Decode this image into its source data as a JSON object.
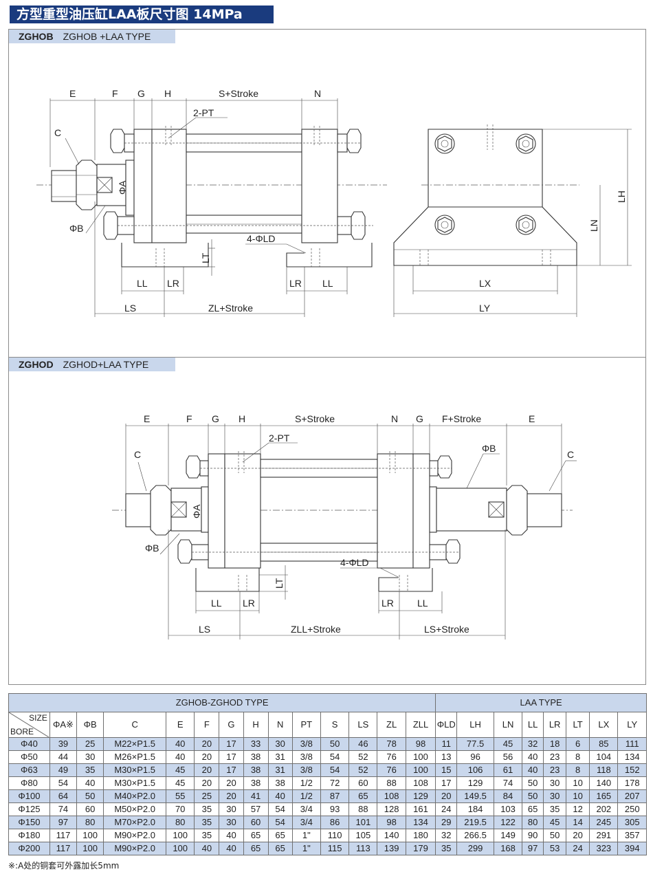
{
  "title": "方型重型油压缸LAA板尺寸图 14MPa",
  "panel1": {
    "code": "ZGHOB",
    "type_label": "ZGHOB +LAA TYPE",
    "dims": {
      "E": "E",
      "F": "F",
      "G": "G",
      "H": "H",
      "S": "S+Stroke",
      "N": "N",
      "C": "C",
      "PT": "2-PT",
      "PHIA": "ΦA",
      "PHIB": "ΦB",
      "LD": "4-ΦLD",
      "LT": "LT",
      "LL": "LL",
      "LR": "LR",
      "LS": "LS",
      "ZL": "ZL+Stroke",
      "LX": "LX",
      "LY": "LY",
      "LH": "LH",
      "LN": "LN"
    }
  },
  "panel2": {
    "code": "ZGHOD",
    "type_label": "ZGHOD+LAA TYPE",
    "dims": {
      "E": "E",
      "F": "F",
      "G": "G",
      "H": "H",
      "S": "S+Stroke",
      "N": "N",
      "G2": "G",
      "FS": "F+Stroke",
      "E2": "E",
      "PT": "2-PT",
      "C": "C",
      "C2": "C",
      "PHIA": "ΦA",
      "PHIB": "ΦB",
      "PHIB2": "ΦB",
      "LD": "4-ΦLD",
      "LT": "LT",
      "LL": "LL",
      "LR": "LR",
      "LR2": "LR",
      "LL2": "LL",
      "LS": "LS",
      "ZLL": "ZLL+Stroke",
      "LS2": "LS+Stroke"
    }
  },
  "table": {
    "group_left": "ZGHOB-ZGHOD TYPE",
    "group_right": "LAA TYPE",
    "corner_size": "SIZE",
    "corner_bore": "BORE",
    "columns": [
      "ΦA※",
      "ΦB",
      "C",
      "E",
      "F",
      "G",
      "H",
      "N",
      "PT",
      "S",
      "LS",
      "ZL",
      "ZLL",
      "ΦLD",
      "LH",
      "LN",
      "LL",
      "LR",
      "LT",
      "LX",
      "LY"
    ],
    "rows": [
      [
        "Φ40",
        "39",
        "25",
        "M22×P1.5",
        "40",
        "20",
        "17",
        "33",
        "30",
        "3/8",
        "50",
        "46",
        "78",
        "98",
        "11",
        "77.5",
        "45",
        "32",
        "18",
        "6",
        "85",
        "111"
      ],
      [
        "Φ50",
        "44",
        "30",
        "M26×P1.5",
        "40",
        "20",
        "17",
        "38",
        "31",
        "3/8",
        "54",
        "52",
        "76",
        "100",
        "13",
        "96",
        "56",
        "40",
        "23",
        "8",
        "104",
        "134"
      ],
      [
        "Φ63",
        "49",
        "35",
        "M30×P1.5",
        "45",
        "20",
        "17",
        "38",
        "31",
        "3/8",
        "54",
        "52",
        "76",
        "100",
        "15",
        "106",
        "61",
        "40",
        "23",
        "8",
        "118",
        "152"
      ],
      [
        "Φ80",
        "54",
        "40",
        "M30×P1.5",
        "45",
        "20",
        "20",
        "38",
        "38",
        "1/2",
        "72",
        "60",
        "88",
        "108",
        "17",
        "129",
        "74",
        "50",
        "30",
        "10",
        "140",
        "178"
      ],
      [
        "Φ100",
        "64",
        "50",
        "M40×P2.0",
        "55",
        "25",
        "20",
        "41",
        "40",
        "1/2",
        "87",
        "65",
        "108",
        "129",
        "20",
        "149.5",
        "84",
        "50",
        "30",
        "10",
        "165",
        "207"
      ],
      [
        "Φ125",
        "74",
        "60",
        "M50×P2.0",
        "70",
        "35",
        "30",
        "57",
        "54",
        "3/4",
        "93",
        "88",
        "128",
        "161",
        "24",
        "184",
        "103",
        "65",
        "35",
        "12",
        "202",
        "250"
      ],
      [
        "Φ150",
        "97",
        "80",
        "M70×P2.0",
        "80",
        "35",
        "30",
        "60",
        "54",
        "3/4",
        "86",
        "101",
        "98",
        "134",
        "29",
        "219.5",
        "122",
        "80",
        "45",
        "14",
        "245",
        "305"
      ],
      [
        "Φ180",
        "117",
        "100",
        "M90×P2.0",
        "100",
        "35",
        "40",
        "65",
        "65",
        "1\"",
        "110",
        "105",
        "140",
        "180",
        "32",
        "266.5",
        "149",
        "90",
        "50",
        "20",
        "291",
        "357"
      ],
      [
        "Φ200",
        "117",
        "100",
        "M90×P2.0",
        "100",
        "40",
        "40",
        "65",
        "65",
        "1\"",
        "115",
        "113",
        "139",
        "179",
        "35",
        "299",
        "168",
        "97",
        "53",
        "24",
        "323",
        "394"
      ]
    ]
  },
  "note": "※:A处的铜套可外露加长5mm"
}
